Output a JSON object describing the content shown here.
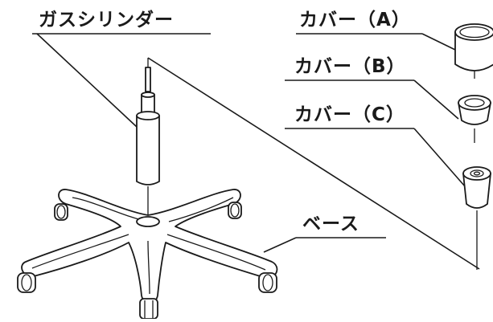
{
  "labels": {
    "gas_cylinder": "ガスシリンダー",
    "cover_a": "カバー（A）",
    "cover_b": "カバー（B）",
    "cover_c": "カバー（C）",
    "base": "ベース"
  }
}
